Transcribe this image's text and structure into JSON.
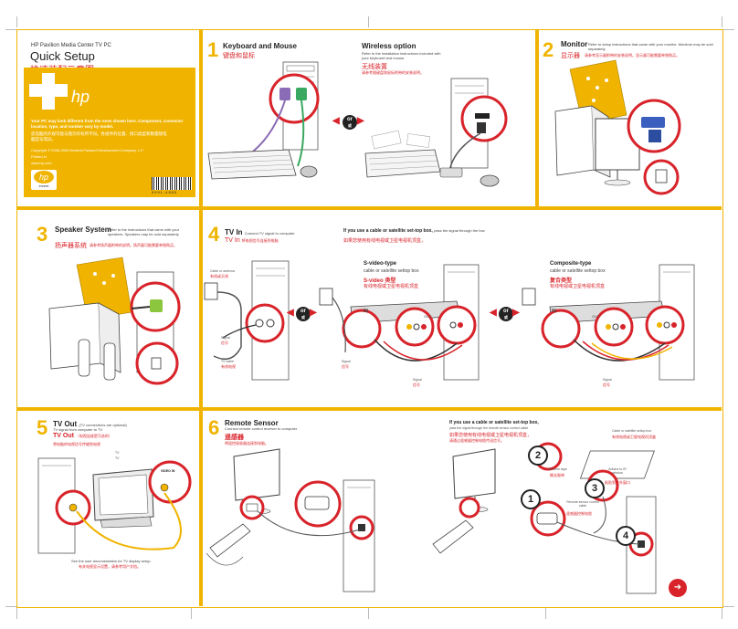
{
  "cover": {
    "product": "HP Pavilion Media Center TV PC",
    "title_en": "Quick Setup",
    "title_zh": "快速装配示意图",
    "notice_en": "Your PC may look different from the ones shown here. Component, connector location, type, and number vary by model.",
    "notice_zh": "您电脑的外观可能与图示的有所不同。各组件的位置、接口类型和数量随电脑型号而异。",
    "copyright": "Copyright © 2006-2006 Hewlett-Packard Development Company, L.P.",
    "printed": "Printed in",
    "url": "www.hp.com",
    "logo_text": "hp",
    "logo_tag": "invent",
    "barcode": "5991-4885"
  },
  "sections": {
    "s1": {
      "num": "1",
      "title": "Keyboard and Mouse",
      "zh": "键盘和鼠标"
    },
    "wireless": {
      "title": "Wireless option",
      "desc": "Refer to the installation instructions included with your keyboard and mouse.",
      "zh": "无线装置",
      "zh_desc": "请参考随键盘和鼠标附带的安装说明。"
    },
    "s2": {
      "num": "2",
      "title": "Monitor",
      "desc": "Refer to setup instructions that came with your monitor. Monitors may be sold separately.",
      "zh": "显示器",
      "zh_desc": "请参考显示器附带的安装说明。显示器可能需要单独购买。"
    },
    "s3": {
      "num": "3",
      "title": "Speaker System",
      "desc": "Refer to the instructions that came with your speakers. Speakers may be sold separately.",
      "zh": "扬声器系统",
      "zh_desc": "请参考扬声器附带的说明。扬声器可能需要单独购买。"
    },
    "s4": {
      "num": "4",
      "title": "TV In",
      "title_sub": "Connect TV signal to computer",
      "zh": "TV In",
      "zh_sub": "将电视信号连接到电脑",
      "antenna": "Cable or antenna",
      "antenna_zh": "有线或天线",
      "signal": "Signal",
      "signal_zh": "信号",
      "tvcable": "TV cable",
      "tvcable_zh": "有线电视"
    },
    "settop": {
      "title": "If you use a cable or satellite set-top box,",
      "desc": "pass the signal through the box",
      "zh": "如果您使用有线电视或卫星电视机顶盒，",
      "svideo": "S-video-type",
      "svideo_sub": "cable or satellite settop box",
      "svideo_zh": "S-video 类型",
      "svideo_zh_sub": "有线电视或卫星电视机顶盒",
      "composite": "Composite-type",
      "composite_sub": "cable or satellite settop box",
      "composite_zh": "复合类型",
      "composite_zh_sub": "有线电视或卫星电视机顶盒",
      "signal": "Signal",
      "signal_zh": "信号"
    },
    "s5": {
      "num": "5",
      "title": "TV Out",
      "title_sub": "(TV connections are optional)",
      "desc": "TV signal from computer to TV",
      "zh": "TV Out",
      "zh_sub": "（电视连接是可选的）",
      "zh_desc": "将电脑的电视信号传输到电视",
      "tv": "TV",
      "tv_zh": "TV",
      "video_in": "VIDEO IN",
      "note": "See the user documentation for TV display setup.",
      "note_zh": "有关电视显示设置，请参考用户文档。"
    },
    "s6": {
      "num": "6",
      "title": "Remote Sensor",
      "desc": "Connect remote control receiver to computer",
      "zh": "遥感器",
      "zh_desc": "将遥控接收器连接到电脑。"
    },
    "remote": {
      "title": "If you use a cable or satellite set-top box,",
      "desc": "pass the signal through the remote sensor control cable",
      "zh": "如果您使用有线电视或卫星电视机顶盒，",
      "zh_desc": "请通过遥感器控制电缆传送信号。",
      "box": "Cable or satellite settop box",
      "box_zh": "有线电视或卫星电视机顶盒",
      "tape": "Remove tape",
      "tape_zh": "撕去胶带",
      "adhere": "Adhere to IR window",
      "adhere_zh": "粘贴到红外窗口",
      "sensor": "Remote sensor control cable",
      "sensor_zh": "遥感器控制电缆"
    }
  },
  "or_labels": {
    "en": "or",
    "zh": "或"
  },
  "ports": {
    "in": "IN",
    "out": "OUT"
  },
  "colors": {
    "accent": "#f0b400",
    "red": "#d8232a",
    "dark": "#222222"
  }
}
